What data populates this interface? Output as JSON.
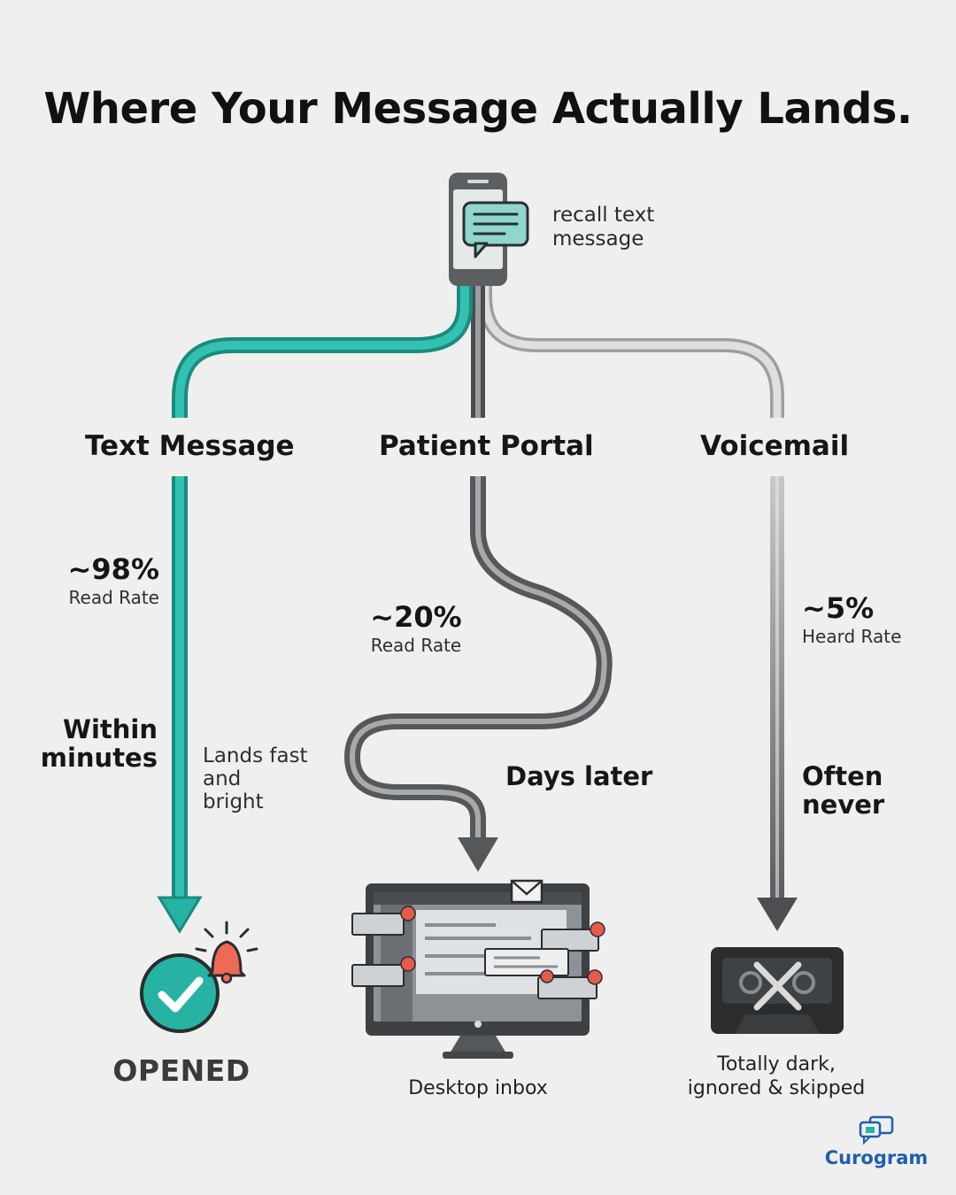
{
  "title": "Where Your Message Actually Lands.",
  "source": {
    "label": "recall text\nmessage",
    "icon": "smartphone-chat-icon"
  },
  "paths": [
    {
      "name": "Text Message",
      "stat_value": "~98%",
      "stat_label": "Read Rate",
      "timing": "Within\nminutes",
      "note": "Lands fast\nand\nbright",
      "outcome": "OPENED",
      "outcome_icon": "check-circle-bell-icon",
      "color": "#27b3a3"
    },
    {
      "name": "Patient Portal",
      "stat_value": "~20%",
      "stat_label": "Read Rate",
      "timing": "Days later",
      "outcome": "Desktop inbox",
      "outcome_icon": "desktop-inbox-icon",
      "color": "#6a6d70"
    },
    {
      "name": "Voicemail",
      "stat_value": "~5%",
      "stat_label": "Heard Rate",
      "timing": "Often\nnever",
      "outcome": "Totally dark,\nignored & skipped",
      "outcome_icon": "crossed-cassette-icon",
      "color": "#a9abad"
    }
  ],
  "brand": {
    "name": "Curogram",
    "icon": "chat-bubbles-logo-icon",
    "color": "#1f5fae"
  },
  "colors": {
    "background": "#efefef",
    "teal": "#27b3a3",
    "dark_gray": "#55585b",
    "light_gray": "#b8babc",
    "alert_red": "#e65a4a"
  }
}
